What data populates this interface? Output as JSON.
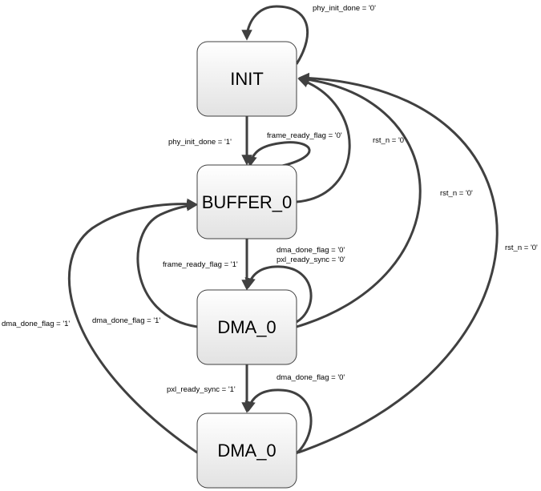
{
  "states": {
    "init": "INIT",
    "buffer0": "BUFFER_0",
    "dma0_a": "DMA_0",
    "dma0_b": "DMA_0"
  },
  "transitions": {
    "init_self": "phy_init_done = '0'",
    "init_to_buffer": "phy_init_done = '1'",
    "buffer_self": "frame_ready_flag = '0'",
    "buffer_to_init": "rst_n = '0'",
    "buffer_to_dma_a": "frame_ready_flag = '1'",
    "dma_a_self_line1": "dma_done_flag = '0'",
    "dma_a_self_line2": "pxl_ready_sync = '0'",
    "dma_a_to_buffer": "dma_done_flag = '1'",
    "dma_a_to_init": "rst_n = '0'",
    "dma_a_to_dma_b": "pxl_ready_sync = '1'",
    "dma_b_self": "dma_done_flag = '0'",
    "dma_b_to_buffer": "dma_done_flag = '1'",
    "dma_b_to_init": "rst_n = '0'"
  }
}
